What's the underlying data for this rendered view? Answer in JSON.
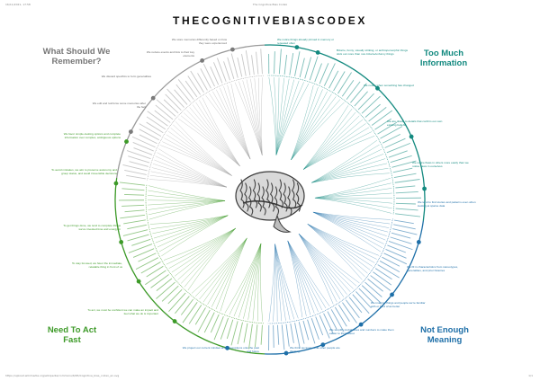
{
  "browser": {
    "header_left": "16/11/2021, 17:58",
    "header_center": "The Cognitive Bias Codex",
    "footer_left": "https://upload.wikimedia.org/wikipedia/commons/6/65/Cognitive_bias_codex_en.svg",
    "footer_right": "1/1"
  },
  "codex": {
    "title": "THECOGNITIVEBIASCODEX",
    "quadrants": {
      "memory": {
        "label": "What Should We Remember?",
        "color": "#777777"
      },
      "too_much": {
        "label": "Too Much Information",
        "color": "#12897f"
      },
      "meaning": {
        "label": "Not Enough Meaning",
        "color": "#1e6fa8"
      },
      "act_fast": {
        "label": "Need To Act Fast",
        "color": "#3d9a28"
      }
    },
    "notes": [
      {
        "text": "We store memories differently based on how they were experienced",
        "quadrant": "memory"
      },
      {
        "text": "We reduce events and lists to their key elements",
        "quadrant": "memory"
      },
      {
        "text": "We discard specifics to form generalities",
        "quadrant": "memory"
      },
      {
        "text": "We edit and reinforce some memories after the fact",
        "quadrant": "memory"
      },
      {
        "text": "We notice things already primed in memory or repeated often",
        "quadrant": "too_much"
      },
      {
        "text": "Bizarre, funny, visually striking, or anthropomorphic things stick out more than non-bizarre/unfunny things",
        "quadrant": "too_much"
      },
      {
        "text": "We notice when something has changed",
        "quadrant": "too_much"
      },
      {
        "text": "We are drawn to details that confirm our own existing beliefs",
        "quadrant": "too_much"
      },
      {
        "text": "We notice flaws in others more easily than we notice flaws in ourselves",
        "quadrant": "too_much"
      },
      {
        "text": "We tend to find stories and patterns even when looking at sparse data",
        "quadrant": "meaning"
      },
      {
        "text": "We fill in characteristics from stereotypes, generalities, and prior histories",
        "quadrant": "meaning"
      },
      {
        "text": "We imagine things and people we're familiar with or fond of as better",
        "quadrant": "meaning"
      },
      {
        "text": "We simplify probabilities and numbers to make them easier to think about",
        "quadrant": "meaning"
      },
      {
        "text": "We think we know what other people are thinking",
        "quadrant": "meaning"
      },
      {
        "text": "We project our current mindset and assumptions onto the past and future",
        "quadrant": "meaning"
      },
      {
        "text": "To act, we must be confident we can make an impact and feel what we do is important",
        "quadrant": "act_fast"
      },
      {
        "text": "To stay focused, we favor the immediate, relatable thing in front of us",
        "quadrant": "act_fast"
      },
      {
        "text": "To get things done, we tend to complete things we've invested time and energy in",
        "quadrant": "act_fast"
      },
      {
        "text": "To avoid mistakes, we aim to preserve autonomy and group status, and avoid irreversible decisions",
        "quadrant": "act_fast"
      },
      {
        "text": "We favor simple-looking options and complete information over complex, ambiguous options",
        "quadrant": "act_fast"
      }
    ]
  }
}
